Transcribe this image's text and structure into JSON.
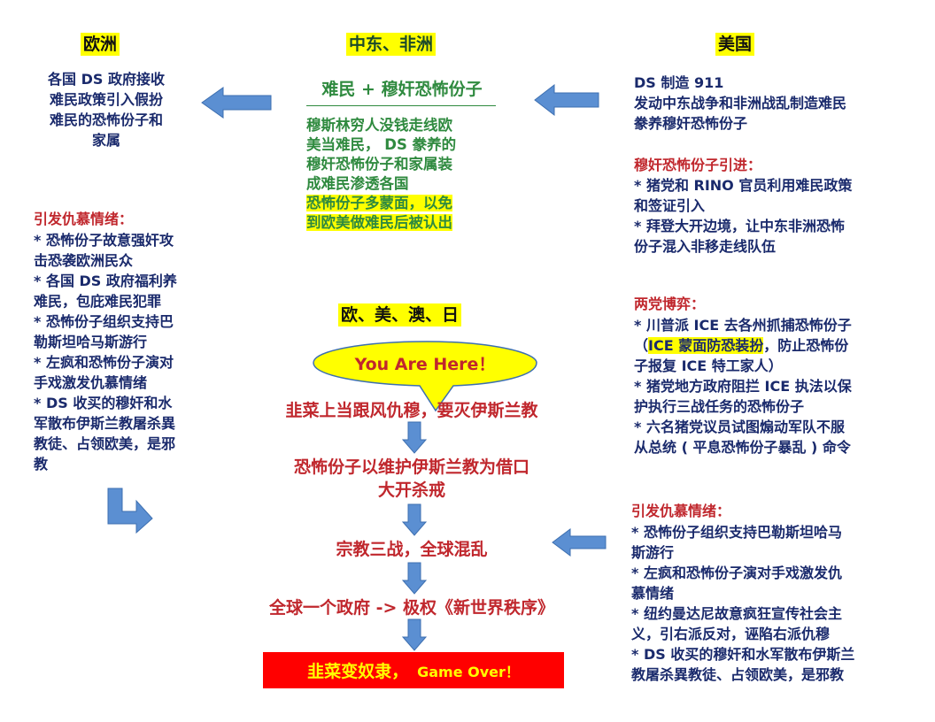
{
  "europe": {
    "header": "欧洲",
    "intro": [
      "各国 DS 政府接收",
      "难民政策引入假扮",
      "难民的恐怖份子和",
      "家属"
    ],
    "emotion_title": "引发仇慕情绪：",
    "emotion_lines": [
      "*   恐怖份子故意强奸攻",
      "击恐袭欧洲民众",
      "*  各国 DS 政府福利养",
      "难民，包庇难民犯罪",
      "*  恐怖份子组织支持巴",
      "勒斯坦哈马斯游行",
      "*  左疯和恐怖份子演对",
      "手戏激发仇慕情绪",
      "*  DS 收买的穆奸和水",
      "军散布伊斯兰教屠杀異",
      "教徒、占领欧美，是邪",
      "教"
    ]
  },
  "middle": {
    "header": "中东、非洲",
    "title": "难民 + 穆奸恐怖份子",
    "body_lines": [
      "穆斯林穷人没钱走线欧",
      "美当难民， DS 豢养的",
      "穆奸恐怖份子和家属装",
      "成难民渗透各国"
    ],
    "highlight_lines": [
      "恐怖份子多蒙面，以免",
      "到欧美做难民后被认出"
    ]
  },
  "usa": {
    "header": "美国",
    "intro": [
      "DS 制造 911",
      "发动中东战争和非洲战乱制造难民",
      "豢养穆奸恐怖份子"
    ],
    "import_title": "穆奸恐怖份子引进：",
    "import_lines": [
      "*  猪党和 RINO 官员利用难民政策",
      "和签证引入",
      "*  拜登大开边境，让中东非洲恐怖",
      "份子混入非移走线队伍"
    ],
    "game_title": "两党博弈：",
    "game_line1": "*  川普派 ICE 去各州抓捕恐怖份子",
    "game_line2_pre": "（",
    "game_line2_hl": "ICE 蒙面防恐装扮",
    "game_line2_post": "，防止恐怖份",
    "game_lines_rest": [
      "子报复 ICE 特工家人）",
      "*   猪党地方政府阻拦 ICE 执法以保",
      "护执行三战任务的恐怖份子",
      "*   六名猪党议员试图煽动军队不服",
      "从总统 ( 平息恐怖份子暴乱 ) 命令"
    ],
    "emotion_title": "引发仇慕情绪：",
    "emotion_lines": [
      "*   恐怖份子组织支持巴勒斯坦哈马",
      "斯游行",
      "*   左疯和恐怖份子演对手戏激发仇",
      "慕情绪",
      "*   纽约曼达尼故意疯狂宣传社会主",
      "义，引右派反对，诬陷右派仇穆",
      "*  DS 收买的穆奸和水军散布伊斯兰",
      "教屠杀異教徒、占领欧美，是邪教"
    ]
  },
  "flow": {
    "header": "欧、美、澳、日",
    "bubble": "You Are Here！",
    "step1": "韭菜上当跟风仇穆，要灭伊斯兰教",
    "step2_line1": "恐怖份子以维护伊斯兰教为借口",
    "step2_line2": "大开杀戒",
    "step3": "宗教三战，全球混乱",
    "step4": "全球一个政府 -> 极权《新世界秩序》",
    "final_main": "韭菜变奴隶，",
    "final_tail": "Game Over！"
  },
  "colors": {
    "arrow_fill": "#5b8fd2",
    "arrow_stroke": "#3d6fb0",
    "header_bg": "#ffff00",
    "final_bg": "#ff0000",
    "bubble_bg": "#ffff00"
  }
}
